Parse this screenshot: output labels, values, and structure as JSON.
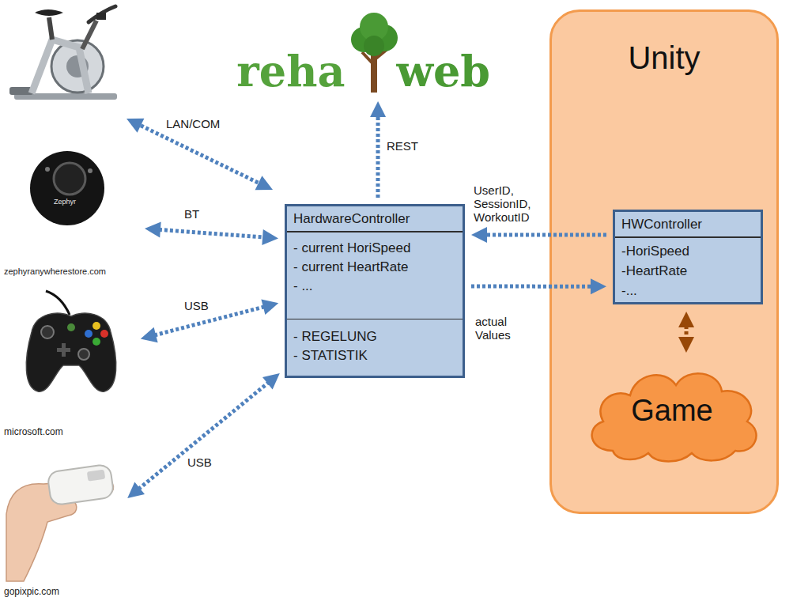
{
  "diagram": {
    "nodes": [
      {
        "text": [
          "reha",
          "web"
        ]
      },
      {
        "text": [
          "zephyranywherestore.com"
        ]
      },
      {
        "text": [
          "HardwareController",
          "- current HoriSpeed",
          "- current HeartRate",
          "- ...",
          "- REGELUNG",
          "- STATISTIK"
        ]
      },
      {
        "text": [
          "Unity"
        ]
      },
      {
        "text": [
          "HWController",
          "-HoriSpeed",
          "-HeartRate",
          "-..."
        ],
        "in": 3
      },
      {
        "text": [
          "Game"
        ],
        "in": 3
      },
      {
        "text": [
          "microsoft.com"
        ]
      },
      {
        "text": [
          "gopixpic.com"
        ]
      }
    ],
    "edges": [
      {
        "from": 2,
        "to": 0,
        "label": "REST",
        "arrow": "to"
      },
      {
        "from": 1,
        "to": 2,
        "label": "BT",
        "arrow": "both"
      },
      {
        "from": 4,
        "to": 2,
        "label": "UserID, SessionID, WorkoutID",
        "arrow": "to"
      },
      {
        "from": 2,
        "to": 4,
        "label": "actual Values",
        "arrow": "to"
      },
      {
        "from": 6,
        "to": 2,
        "label": "USB",
        "arrow": "both"
      },
      {
        "from": 4,
        "to": 5,
        "arrow": "both"
      },
      {
        "from": 7,
        "to": 2,
        "label": "USB",
        "arrow": "both"
      }
    ],
    "labels": [
      "LAN/COM",
      "Zephyr"
    ]
  }
}
